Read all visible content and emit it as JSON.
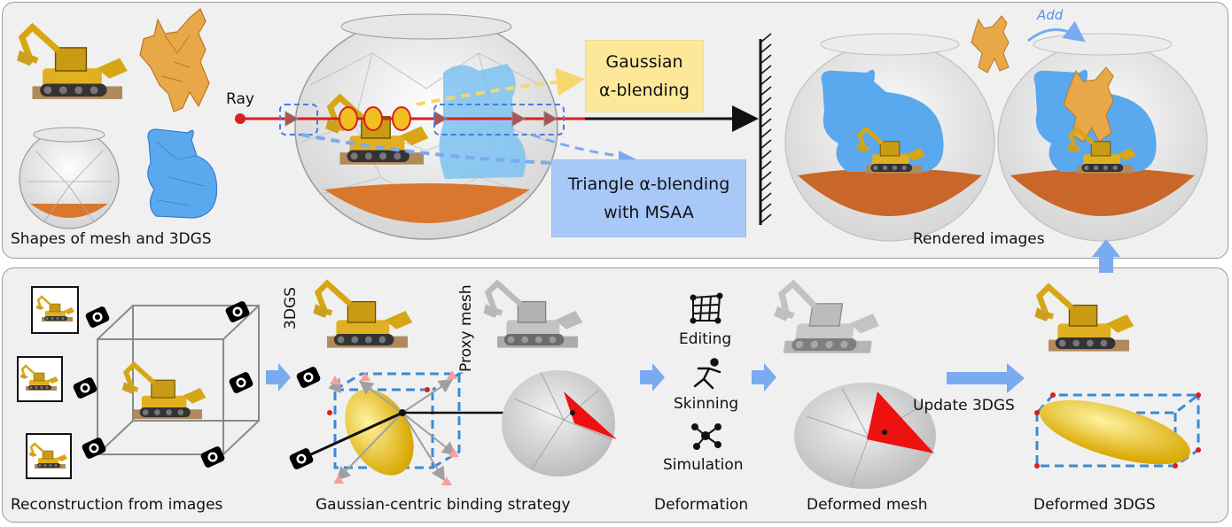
{
  "top": {
    "shapes_caption": "Shapes of mesh and 3DGS",
    "ray_label": "Ray",
    "gaussian_box": [
      "Gaussian",
      "α-blending"
    ],
    "triangle_box": [
      "Triangle α-blending",
      "with MSAA"
    ],
    "rendered_caption": "Rendered images",
    "add_label": "Add"
  },
  "bottom": {
    "reconstruction_caption": "Reconstruction from images",
    "label_3dgs": "3DGS",
    "label_proxy_mesh": "Proxy mesh",
    "binding_caption": "Gaussian-centric binding strategy",
    "ops": [
      "Editing",
      "Skinning",
      "Simulation"
    ],
    "deformation_caption": "Deformation",
    "deformed_mesh_caption": "Deformed mesh",
    "update_label": "Update 3DGS",
    "deformed_3dgs_caption": "Deformed 3DGS"
  },
  "colors": {
    "panel_bg": "#f0f0f0",
    "gaussian_box": "#fde89a",
    "triangle_box": "#a8c8f8",
    "arrow_blue": "#7aaaf0",
    "ray_red": "#d62020",
    "bunny_blue": "#5aa8ee",
    "bowl_orange": "#d9772f",
    "ellipsoid_yellow": "#e8c020",
    "triangle_red": "#ee1111"
  },
  "icons": [
    "excavator-icon",
    "armadillo-icon",
    "bunny-icon",
    "bowl-icon",
    "camera-icon",
    "wireframe-cube-icon",
    "mesh-grid-icon",
    "stickman-icon",
    "molecule-icon",
    "ellipsoid-icon",
    "mirror-wall-icon"
  ]
}
